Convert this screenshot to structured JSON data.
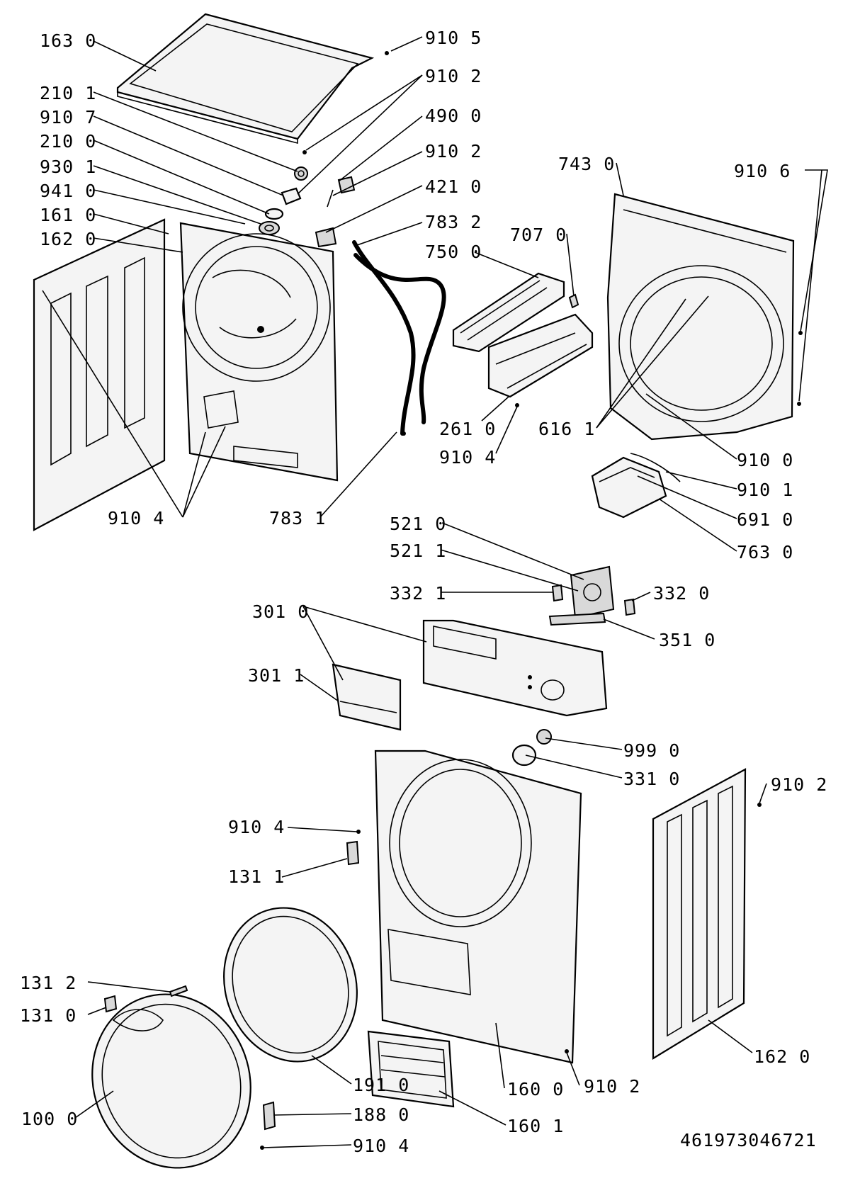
{
  "diagram": {
    "catalog_number": "461973046721",
    "colors": {
      "line": "#000000",
      "fill": "#f4f4f4",
      "background": "#ffffff"
    },
    "callouts": [
      {
        "id": "c-163-0",
        "text": "163 0"
      },
      {
        "id": "c-910-5",
        "text": "910 5"
      },
      {
        "id": "c-910-2-a",
        "text": "910 2"
      },
      {
        "id": "c-210-1",
        "text": "210 1"
      },
      {
        "id": "c-490-0",
        "text": "490 0"
      },
      {
        "id": "c-910-7",
        "text": "910 7"
      },
      {
        "id": "c-910-2-b",
        "text": "910 2"
      },
      {
        "id": "c-210-0",
        "text": "210 0"
      },
      {
        "id": "c-421-0",
        "text": "421 0"
      },
      {
        "id": "c-930-1",
        "text": "930 1"
      },
      {
        "id": "c-743-0",
        "text": "743 0"
      },
      {
        "id": "c-910-6",
        "text": "910 6"
      },
      {
        "id": "c-941-0",
        "text": "941 0"
      },
      {
        "id": "c-783-2",
        "text": "783 2"
      },
      {
        "id": "c-161-0",
        "text": "161 0"
      },
      {
        "id": "c-707-0",
        "text": "707 0"
      },
      {
        "id": "c-750-0",
        "text": "750 0"
      },
      {
        "id": "c-162-0-a",
        "text": "162 0"
      },
      {
        "id": "c-261-0",
        "text": "261 0"
      },
      {
        "id": "c-616-1",
        "text": "616 1"
      },
      {
        "id": "c-910-4-a",
        "text": "910 4"
      },
      {
        "id": "c-910-0",
        "text": "910 0"
      },
      {
        "id": "c-910-1",
        "text": "910 1"
      },
      {
        "id": "c-910-4-b",
        "text": "910 4"
      },
      {
        "id": "c-783-1",
        "text": "783 1"
      },
      {
        "id": "c-691-0",
        "text": "691 0"
      },
      {
        "id": "c-521-0",
        "text": "521 0"
      },
      {
        "id": "c-763-0",
        "text": "763 0"
      },
      {
        "id": "c-521-1",
        "text": "521 1"
      },
      {
        "id": "c-332-1",
        "text": "332 1"
      },
      {
        "id": "c-332-0",
        "text": "332 0"
      },
      {
        "id": "c-301-0",
        "text": "301 0"
      },
      {
        "id": "c-351-0",
        "text": "351 0"
      },
      {
        "id": "c-301-1",
        "text": "301 1"
      },
      {
        "id": "c-999-0",
        "text": "999 0"
      },
      {
        "id": "c-331-0",
        "text": "331 0"
      },
      {
        "id": "c-910-2-c",
        "text": "910 2"
      },
      {
        "id": "c-910-4-c",
        "text": "910 4"
      },
      {
        "id": "c-131-1",
        "text": "131 1"
      },
      {
        "id": "c-131-2",
        "text": "131 2"
      },
      {
        "id": "c-131-0",
        "text": "131 0"
      },
      {
        "id": "c-162-0-b",
        "text": "162 0"
      },
      {
        "id": "c-191-0",
        "text": "191 0"
      },
      {
        "id": "c-910-2-d",
        "text": "910 2"
      },
      {
        "id": "c-160-0",
        "text": "160 0"
      },
      {
        "id": "c-188-0",
        "text": "188 0"
      },
      {
        "id": "c-100-0",
        "text": "100 0"
      },
      {
        "id": "c-160-1",
        "text": "160 1"
      },
      {
        "id": "c-910-4-d",
        "text": "910 4"
      }
    ]
  }
}
